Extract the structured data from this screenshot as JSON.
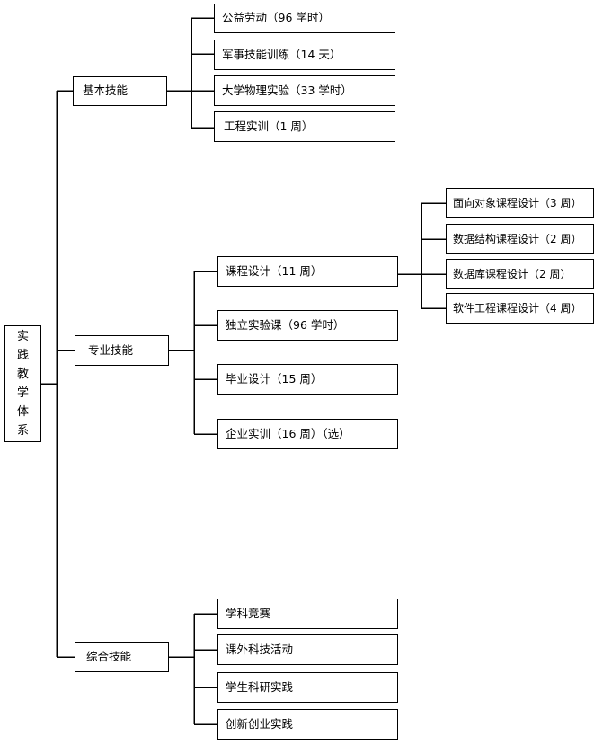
{
  "root": {
    "label": "实践教学体系",
    "chars": [
      "实",
      "践",
      "教",
      "学",
      "体",
      "系"
    ]
  },
  "categories": [
    {
      "label": "基本技能",
      "children": [
        {
          "label": "公益劳动（96 学时）"
        },
        {
          "label": "军事技能训练（14 天）"
        },
        {
          "label": "大学物理实验（33 学时）"
        },
        {
          "label": "工程实训（1 周）"
        }
      ]
    },
    {
      "label": "专业技能",
      "children": [
        {
          "label": "课程设计（11 周）",
          "children": [
            {
              "label": "面向对象课程设计（3 周）"
            },
            {
              "label": "数据结构课程设计（2 周）"
            },
            {
              "label": "数据库课程设计（2 周）"
            },
            {
              "label": "软件工程课程设计（4 周）"
            }
          ]
        },
        {
          "label": "独立实验课（96 学时）"
        },
        {
          "label": "毕业设计（15 周）"
        },
        {
          "label": "企业实训（16 周）（选）"
        }
      ]
    },
    {
      "label": "综合技能",
      "children": [
        {
          "label": "学科竞赛"
        },
        {
          "label": "课外科技活动"
        },
        {
          "label": "学生科研实践"
        },
        {
          "label": "创新创业实践"
        }
      ]
    }
  ]
}
